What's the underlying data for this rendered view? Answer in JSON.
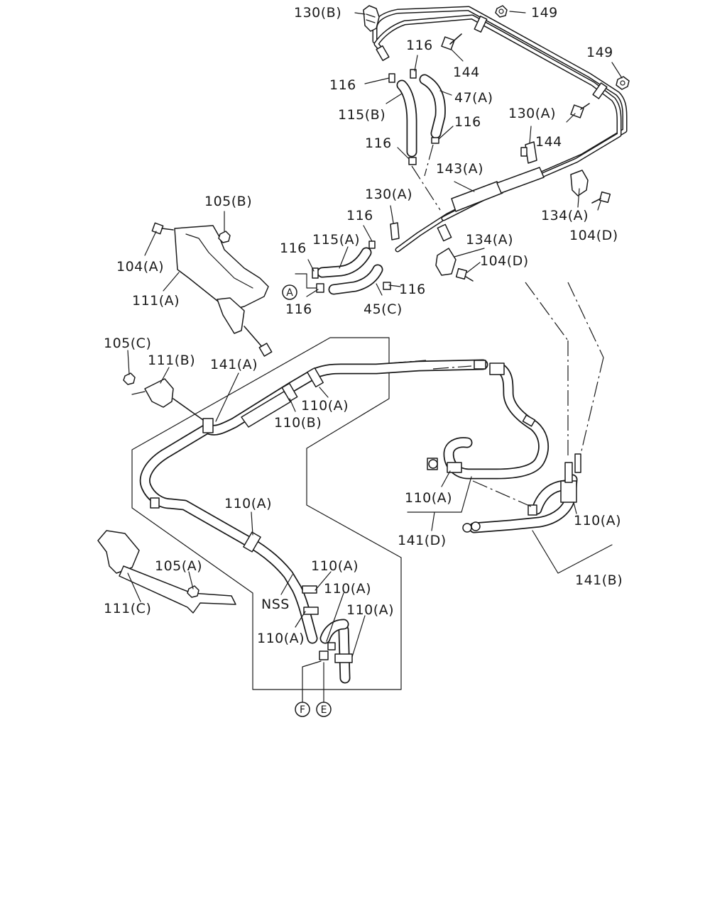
{
  "callouts": {
    "c130b": "130(B)",
    "c149a": "149",
    "c149b": "149",
    "c116a": "116",
    "c144a": "144",
    "c116b": "116",
    "c47a": "47(A)",
    "c115b": "115(B)",
    "c116c": "116",
    "c130a1": "130(A)",
    "c144b": "144",
    "c116d": "116",
    "c143a": "143(A)",
    "c130a2": "130(A)",
    "c134a1": "134(A)",
    "c104d1": "104(D)",
    "c105b": "105(B)",
    "c116e": "116",
    "c115a": "115(A)",
    "c134a2": "134(A)",
    "c104d2": "104(D)",
    "c104a": "104(A)",
    "c116f": "116",
    "c116g": "116",
    "c116h": "116",
    "c45c": "45(C)",
    "c111a": "111(A)",
    "c105c": "105(C)",
    "c111b": "111(B)",
    "c141a": "141(A)",
    "c110a1": "110(A)",
    "c110b": "110(B)",
    "c110a2": "110(A)",
    "c141d": "141(D)",
    "c110a3": "110(A)",
    "c141b": "141(B)",
    "c110a4": "110(A)",
    "c105a": "105(A)",
    "c110a5": "110(A)",
    "c110a6": "110(A)",
    "c111c": "111(C)",
    "cnss": "NSS",
    "c110a7": "110(A)",
    "c110a8": "110(A)"
  },
  "connectors": {
    "a": "A",
    "f": "F",
    "e": "E"
  }
}
